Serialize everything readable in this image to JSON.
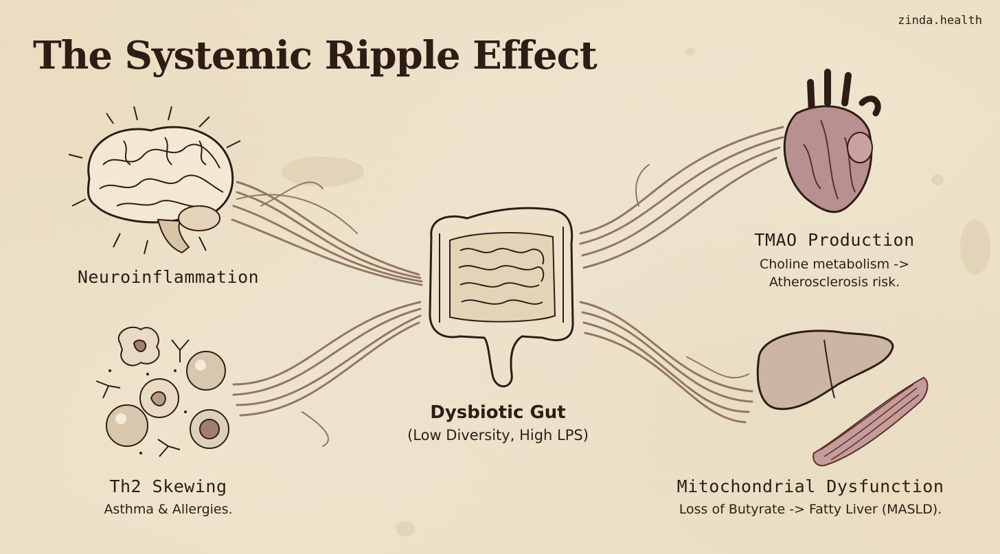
{
  "brand": "zinda.health",
  "title": "The Systemic Ripple Effect",
  "center": {
    "title": "Dysbiotic Gut",
    "subtitle": "(Low Diversity, High LPS)"
  },
  "nodes": {
    "brain": {
      "title": "Neuroinflammation"
    },
    "immune": {
      "title": "Th2 Skewing",
      "subtitle": "Asthma & Allergies."
    },
    "heart": {
      "title": "TMAO Production",
      "line1": "Choline metabolism ->",
      "line2": "Atherosclerosis risk."
    },
    "liver": {
      "title": "Mitochondrial Dysfunction",
      "subtitle": "Loss of Butyrate -> Fatty Liver (MASLD)."
    }
  },
  "colors": {
    "ink": "#2d1d14",
    "nerve": "#8a6a58",
    "organ": "#8c5a55",
    "paper": "#f1e8d3"
  }
}
